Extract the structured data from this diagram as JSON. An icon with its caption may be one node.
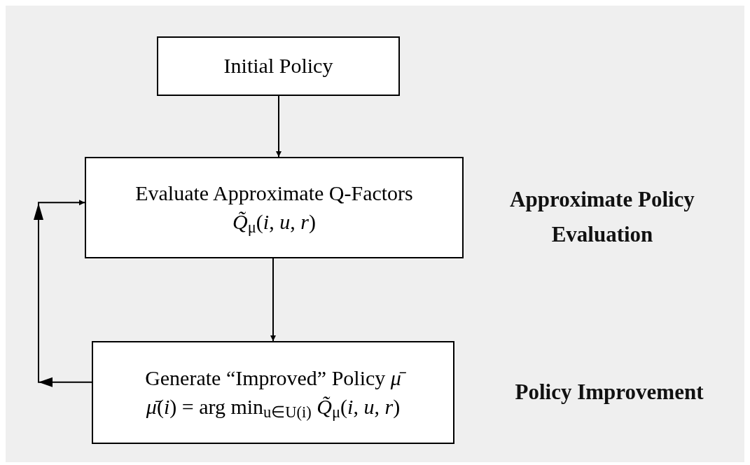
{
  "diagram": {
    "nodes": [
      {
        "text": [
          "Initial Policy"
        ]
      },
      {
        "text": [
          "Evaluate Approximate Q-Factors",
          "*Q̃*$_{μ}$(*i*, *u*, *r*)"
        ]
      },
      {
        "text": [
          "Generate “Improved” Policy *μ̄*",
          "*μ̄*(*i*) = arg min$_{u∈U(i)}$ *Q̃*$_{μ}$(*i*, *u*, *r*)"
        ]
      }
    ],
    "edges": [
      {
        "from": 0,
        "to": 1,
        "arrow": "to"
      },
      {
        "from": 1,
        "to": 2,
        "arrow": "to"
      },
      {
        "from": 2,
        "to": 1,
        "arrow": "to"
      }
    ],
    "labels": [
      "Approximate Policy Evaluation",
      "Policy Improvement"
    ]
  }
}
